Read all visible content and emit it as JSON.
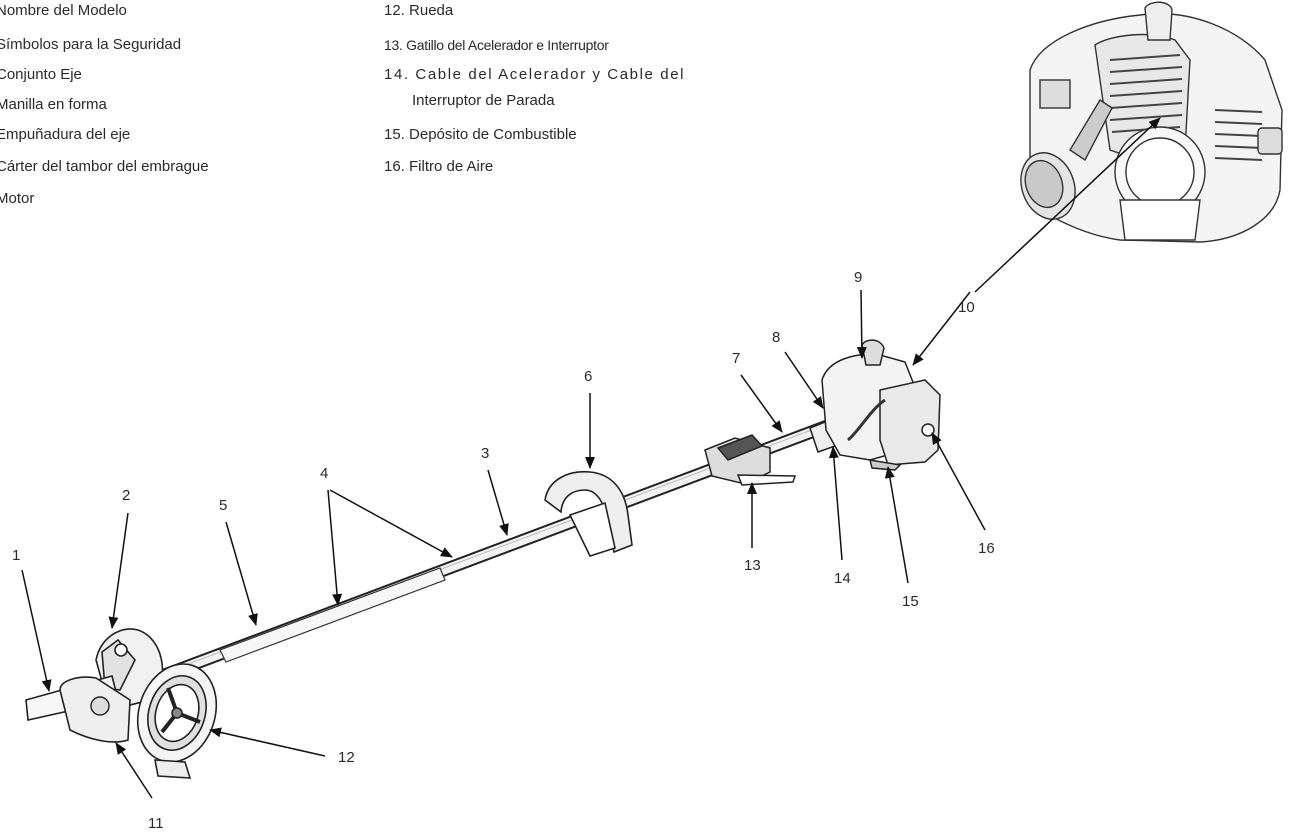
{
  "legend_left": [
    "Nombre del Modelo",
    "Símbolos para la Seguridad",
    "Conjunto Eje",
    "Manilla en forma",
    "Empuñadura del eje",
    "Cárter del tambor del embrague",
    "Motor"
  ],
  "legend_right": {
    "item12": "12. Rueda",
    "item13": "13. Gatillo del Acelerador e Interruptor",
    "item14_line1": "14. Cable del Acelerador y Cable del",
    "item14_line2": "Interruptor de Parada",
    "item15": "15. Depósito de Combustible",
    "item16": "16. Filtro de Aire"
  },
  "callouts": [
    "1",
    "2",
    "3",
    "4",
    "5",
    "6",
    "7",
    "8",
    "9",
    "10",
    "11",
    "12",
    "13",
    "14",
    "15",
    "16"
  ]
}
